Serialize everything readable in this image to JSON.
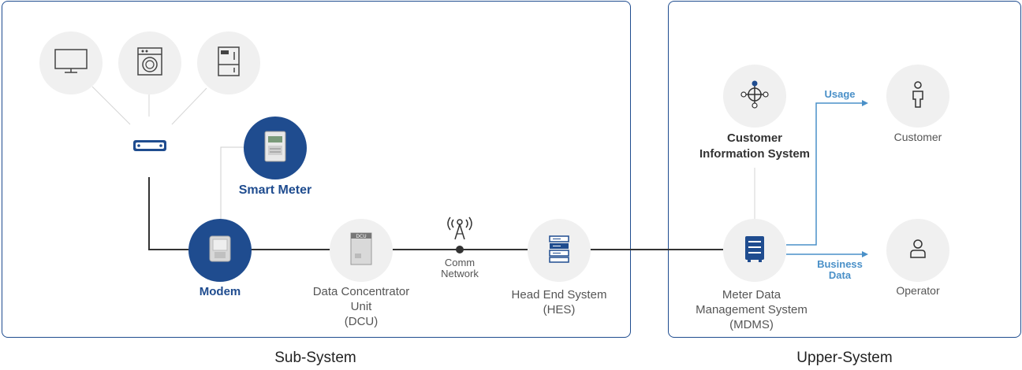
{
  "sections": {
    "sub_system": "Sub-System",
    "upper_system": "Upper-System"
  },
  "nodes": {
    "smart_meter": "Smart Meter",
    "modem": "Modem",
    "dcu_line1": "Data Concentrator",
    "dcu_line2": "Unit",
    "dcu_line3": "(DCU)",
    "dcu_badge": "DCU",
    "comm_line1": "Comm",
    "comm_line2": "Network",
    "hes_line1": "Head End System",
    "hes_line2": "(HES)",
    "cis_line1": "Customer",
    "cis_line2": "Information System",
    "mdms_line1": "Meter Data",
    "mdms_line2": "Management System",
    "mdms_line3": "(MDMS)",
    "customer": "Customer",
    "operator": "Operator"
  },
  "flows": {
    "usage": "Usage",
    "business_line1": "Business",
    "business_line2": "Data"
  },
  "icons": [
    "tv-icon",
    "washing-machine-icon",
    "refrigerator-icon",
    "router-icon",
    "smart-meter-icon",
    "modem-icon",
    "dcu-icon",
    "antenna-icon",
    "server-icon",
    "network-icon",
    "mdms-server-icon",
    "person-icon",
    "operator-icon"
  ],
  "colors": {
    "primary": "#1f4c8f",
    "accent": "#4a90c8",
    "circle_bg": "#f0f0f0"
  }
}
